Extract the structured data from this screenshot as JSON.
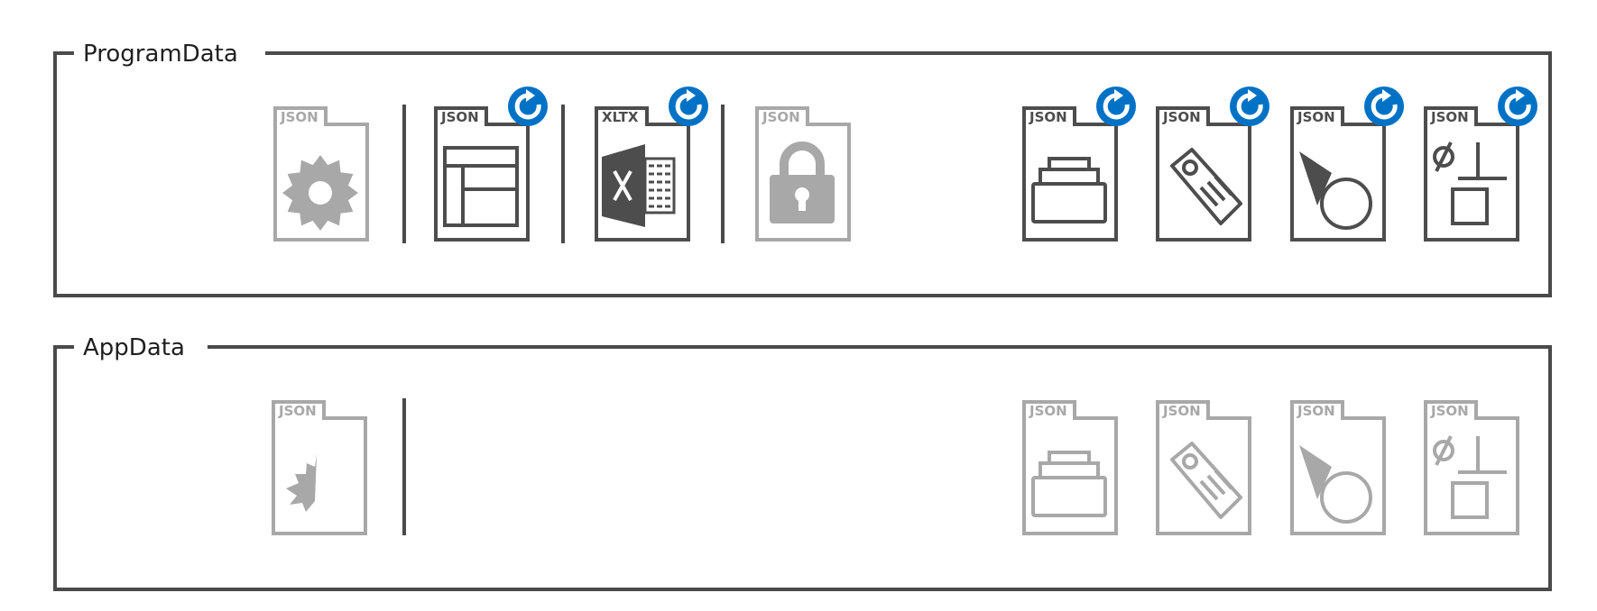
{
  "groups": [
    {
      "title": "ProgramData",
      "files": [
        {
          "tag": "JSON",
          "icon": "gear-icon",
          "state": "inactive",
          "sync": false
        },
        {
          "tag": "JSON",
          "icon": "layout-icon",
          "state": "active",
          "sync": true
        },
        {
          "tag": "XLTX",
          "icon": "excel-icon",
          "state": "active",
          "sync": true
        },
        {
          "tag": "JSON",
          "icon": "lock-icon",
          "state": "inactive",
          "sync": false
        },
        {
          "tag": "JSON",
          "icon": "tray-icon",
          "state": "active",
          "sync": true
        },
        {
          "tag": "JSON",
          "icon": "tag-icon",
          "state": "active",
          "sync": true
        },
        {
          "tag": "JSON",
          "icon": "pipe-fitting-icon",
          "state": "active",
          "sync": true
        },
        {
          "tag": "JSON",
          "icon": "symbol-icon",
          "state": "active",
          "sync": true
        }
      ]
    },
    {
      "title": "AppData",
      "files": [
        {
          "tag": "JSON",
          "icon": "partial-gear-icon",
          "state": "inactive",
          "sync": false
        },
        {
          "tag": "JSON",
          "icon": "tray-icon",
          "state": "inactive",
          "sync": false
        },
        {
          "tag": "JSON",
          "icon": "tag-icon",
          "state": "inactive",
          "sync": false
        },
        {
          "tag": "JSON",
          "icon": "pipe-fitting-icon",
          "state": "inactive",
          "sync": false
        },
        {
          "tag": "JSON",
          "icon": "symbol-icon",
          "state": "inactive",
          "sync": false
        }
      ]
    }
  ],
  "colors": {
    "active": "#4d4d4d",
    "inactive": "#a8a8a8",
    "frame": "#4a4a4a",
    "sync_badge": "#0072c6"
  }
}
